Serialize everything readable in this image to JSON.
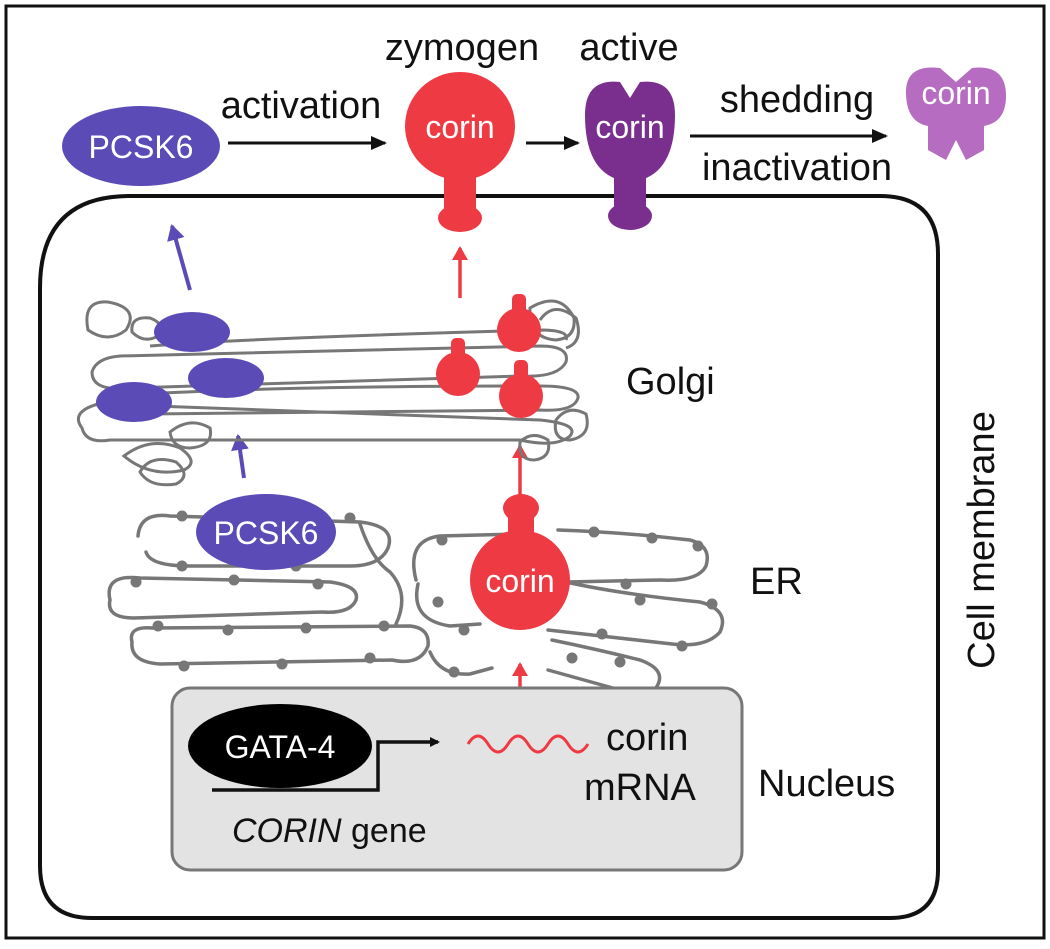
{
  "colors": {
    "pcsk6": "#5b4bb6",
    "corin_zymogen": "#ee3b43",
    "corin_active": "#7a2f8f",
    "corin_shed": "#b66cc0",
    "membrane_stroke": "#111111",
    "organelle_stroke": "#777777",
    "nucleus_fill": "#e3e3e3",
    "gata_fill": "#000000"
  },
  "top": {
    "pcsk6_label": "PCSK6",
    "activation_label": "activation",
    "zymogen_label": "zymogen",
    "zymogen_corin_label": "corin",
    "active_label": "active",
    "active_corin_label": "corin",
    "shedding_label": "shedding",
    "inactivation_label": "inactivation",
    "shed_corin_label": "corin"
  },
  "cell": {
    "membrane_label": "Cell membrane",
    "golgi_label": "Golgi",
    "er_label": "ER",
    "er_pcsk6_label": "PCSK6",
    "er_corin_label": "corin"
  },
  "nucleus": {
    "label": "Nucleus",
    "gata_label": "GATA-4",
    "gene_italic": "CORIN",
    "gene_rest": " gene",
    "mrna_line1": "corin",
    "mrna_line2": "mRNA"
  },
  "icons": [
    "arrow-right-icon",
    "arrow-up-icon",
    "ribosome-dot-icon",
    "mrna-wave-icon",
    "transcription-arrow-icon"
  ]
}
